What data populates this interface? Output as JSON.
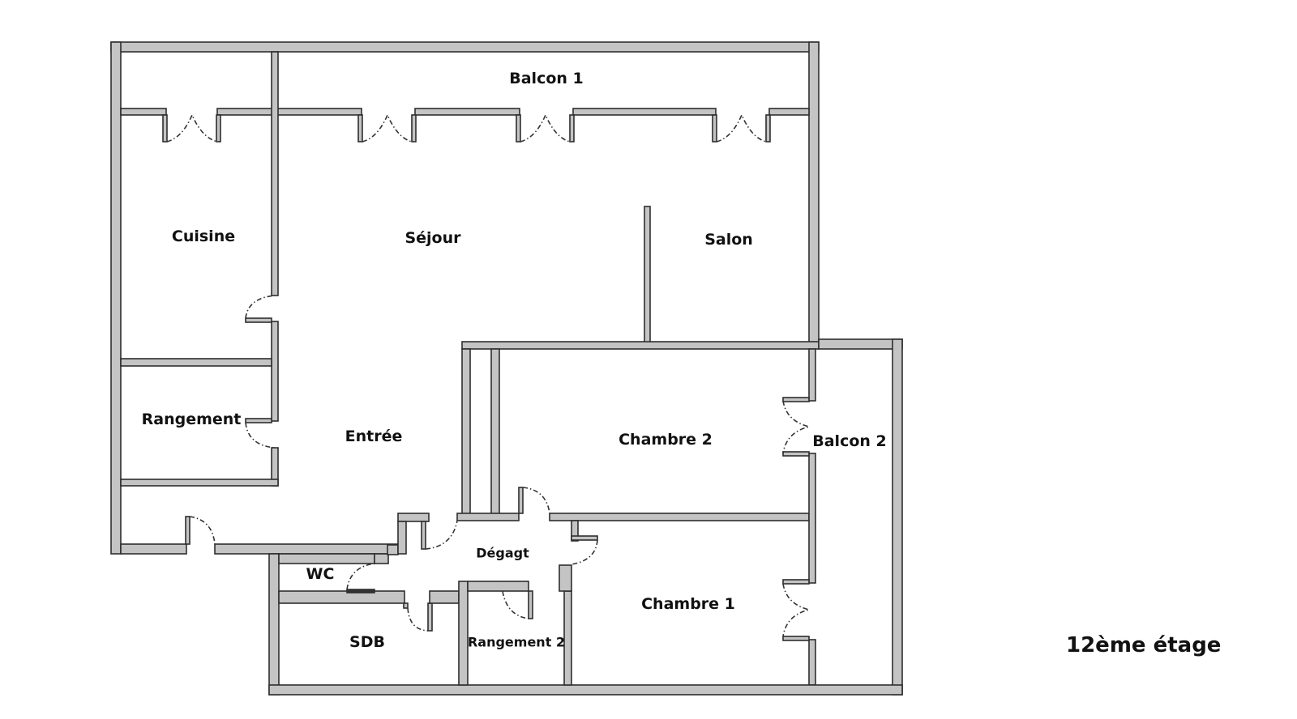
{
  "plan": {
    "rooms": {
      "balcon1": "Balcon 1",
      "cuisine": "Cuisine",
      "sejour": "Séjour",
      "salon": "Salon",
      "rangement": "Rangement",
      "entree": "Entrée",
      "chambre2": "Chambre 2",
      "balcon2": "Balcon 2",
      "degagt": "Dégagt",
      "wc": "WC",
      "sdb": "SDB",
      "rangement2": "Rangement 2",
      "chambre1": "Chambre 1"
    },
    "floor_label": "12ème étage",
    "colors": {
      "wall": "#c4c4c4",
      "outline": "#2e2e2e"
    }
  }
}
